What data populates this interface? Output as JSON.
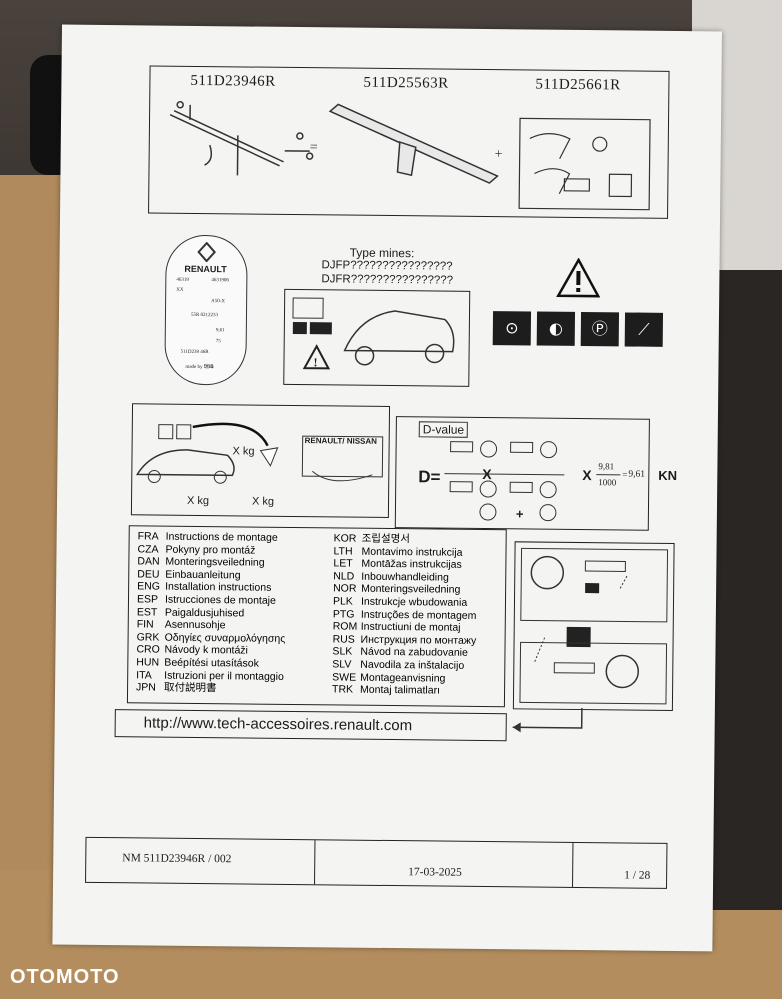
{
  "header": {
    "part_numbers": [
      "511D23946R",
      "511D25563R",
      "511D25661R"
    ]
  },
  "plate": {
    "brand": "RENAULT",
    "rows": [
      "46319",
      "4631906",
      "XX",
      "A50-X",
      "55R 0212233",
      "9,61",
      "75",
      "511D239 46R",
      "made by 瑞峰"
    ]
  },
  "type_mines": {
    "label": "Type mines:",
    "line1": "DJFP????????????????",
    "line2": "DJFR????????????????"
  },
  "hitch_diagram": {
    "x_kg_1": "X kg",
    "x_kg_2": "X kg",
    "x_kg_3": "X kg",
    "brand_sign": "RENAULT/ NISSAN"
  },
  "dvalue": {
    "label": "D-value",
    "d": "D=",
    "x1": "X",
    "x2": "X",
    "num": "9,81",
    "den": "1000",
    "eq": "=",
    "result": "9,61",
    "unit": "KN",
    "plus": "+"
  },
  "languages_left": [
    {
      "code": "FRA",
      "text": "Instructions de montage"
    },
    {
      "code": "CZA",
      "text": "Pokyny pro montáž"
    },
    {
      "code": "DAN",
      "text": "Monteringsveiledning"
    },
    {
      "code": "DEU",
      "text": "Einbauanleitung"
    },
    {
      "code": "ENG",
      "text": "Installation instructions"
    },
    {
      "code": "ESP",
      "text": "Istrucciones de montaje"
    },
    {
      "code": "EST",
      "text": "Paigaldusjuhised"
    },
    {
      "code": "FIN",
      "text": "Asennusohje"
    },
    {
      "code": "GRK",
      "text": "Οδηγίες συναρμολόγησης"
    },
    {
      "code": "CRO",
      "text": "Návody k montáži"
    },
    {
      "code": "HUN",
      "text": "Beépítési utasítások"
    },
    {
      "code": "ITA",
      "text": "Istruzioni per il montaggio"
    },
    {
      "code": "JPN",
      "text": "取付説明書"
    }
  ],
  "languages_right": [
    {
      "code": "KOR",
      "text": "조립설명서"
    },
    {
      "code": "LTH",
      "text": "Montavimo instrukcija"
    },
    {
      "code": "LET",
      "text": "Montāžas instrukcijas"
    },
    {
      "code": "NLD",
      "text": "Inbouwhandleiding"
    },
    {
      "code": "NOR",
      "text": "Monteringsveiledning"
    },
    {
      "code": "PLK",
      "text": "Instrukcje wbudowania"
    },
    {
      "code": "PTG",
      "text": "Instruções de montagem"
    },
    {
      "code": "ROM",
      "text": "Instructiuni de montaj"
    },
    {
      "code": "RUS",
      "text": "Инструкция по монтажу"
    },
    {
      "code": "SLK",
      "text": "Návod na zabudovanie"
    },
    {
      "code": "SLV",
      "text": "Navodila za inštalacijo"
    },
    {
      "code": "SWE",
      "text": "Montageanvisning"
    },
    {
      "code": "TRK",
      "text": "Montaj talimatları"
    }
  ],
  "url": "http://www.tech-accessoires.renault.com",
  "footer": {
    "doc_number": "NM 511D23946R / 002",
    "date": "17-03-2025",
    "page": "1 / 28"
  },
  "watermark": "OTOMOTO"
}
